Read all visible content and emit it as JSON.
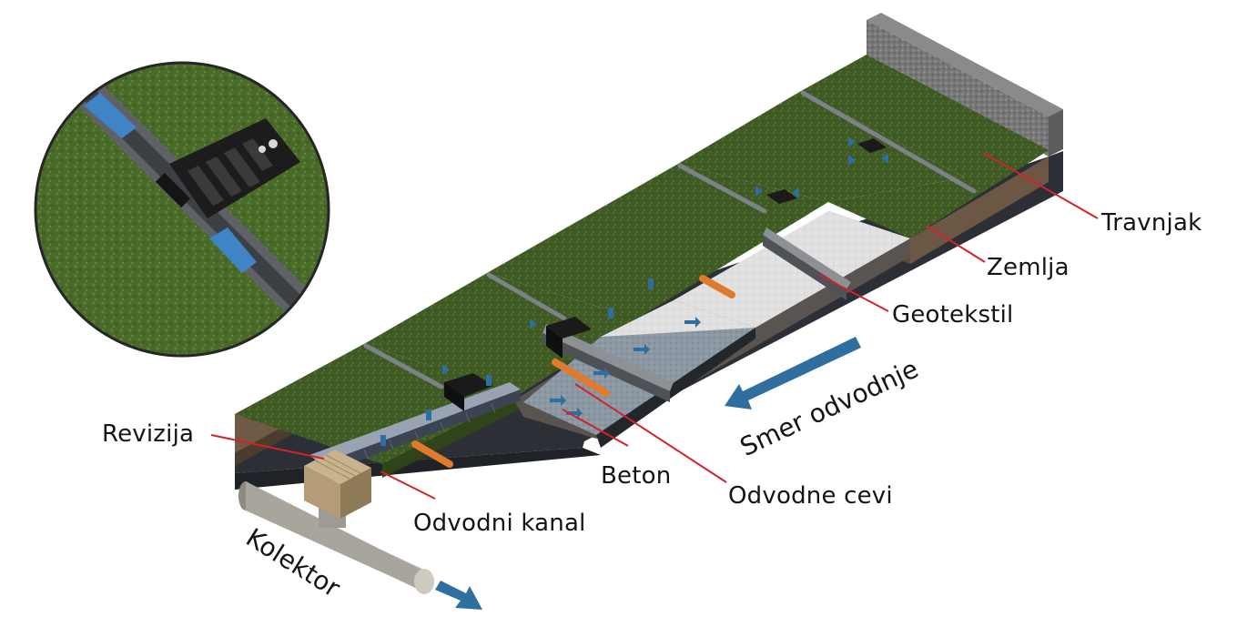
{
  "labels": {
    "travnjak": "Travnjak",
    "zemlja": "Zemlja",
    "geotekstil": "Geotekstil",
    "smer_odvodnje": "Smer odvodnje",
    "beton": "Beton",
    "odvodne_cevi": "Odvodne cevi",
    "revizija": "Revizija",
    "odvodni_kanal": "Odvodni kanal",
    "kolektor": "Kolektor"
  },
  "colors": {
    "grass": "#3f5a24",
    "soil": "#6f5a45",
    "base": "#2a2d33",
    "geotextile": "#e3e3e3",
    "concrete": "#8d98a3",
    "flow_arrow": "#2f6f9f",
    "leader_line": "#d2232a",
    "pipe": "#e07a2c",
    "kerb": "#7d7d7d",
    "collector": "#b3b0a8",
    "inspection_box": "#b9a27d"
  }
}
